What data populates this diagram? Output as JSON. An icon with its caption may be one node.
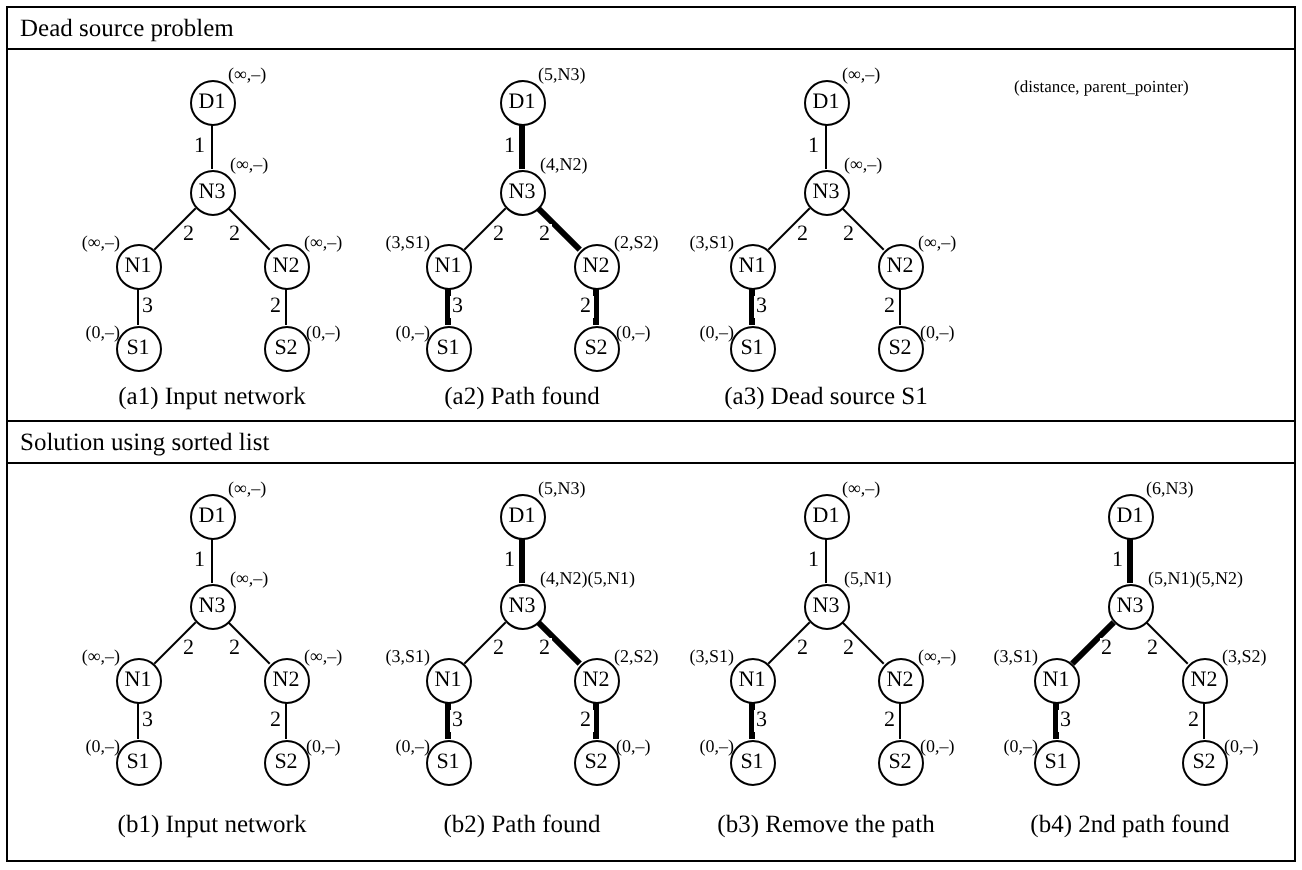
{
  "diagram": {
    "nodes": [
      {
        "text": [
          "Dead source problem"
        ]
      },
      {
        "text": [
          "D1"
        ],
        "in": 0,
        "beside": [
          "(∞,–)"
        ]
      },
      {
        "text": [
          "N3"
        ],
        "in": 0,
        "beside": [
          "(∞,–)"
        ]
      },
      {
        "text": [
          "N1"
        ],
        "in": 0,
        "beside": [
          "(∞,–)"
        ]
      },
      {
        "text": [
          "N2"
        ],
        "in": 0,
        "beside": [
          "(∞,–)"
        ]
      },
      {
        "text": [
          "S1"
        ],
        "in": 0,
        "beside": [
          "(0,–)"
        ]
      },
      {
        "text": [
          "S2"
        ],
        "in": 0,
        "beside": [
          "(0,–)"
        ]
      },
      {
        "text": [
          "D1"
        ],
        "in": 0,
        "beside": [
          "(5,N3)"
        ]
      },
      {
        "text": [
          "N3"
        ],
        "in": 0,
        "beside": [
          "(4,N2)"
        ]
      },
      {
        "text": [
          "N1"
        ],
        "in": 0,
        "beside": [
          "(3,S1)"
        ]
      },
      {
        "text": [
          "N2"
        ],
        "in": 0,
        "beside": [
          "(2,S2)"
        ]
      },
      {
        "text": [
          "S1"
        ],
        "in": 0,
        "beside": [
          "(0,–)"
        ]
      },
      {
        "text": [
          "S2"
        ],
        "in": 0,
        "beside": [
          "(0,–)"
        ]
      },
      {
        "text": [
          "D1"
        ],
        "in": 0,
        "beside": [
          "(∞,–)"
        ]
      },
      {
        "text": [
          "N3"
        ],
        "in": 0,
        "beside": [
          "(∞,–)"
        ]
      },
      {
        "text": [
          "N1"
        ],
        "in": 0,
        "beside": [
          "(3,S1)"
        ]
      },
      {
        "text": [
          "N2"
        ],
        "in": 0,
        "beside": [
          "(∞,–)"
        ]
      },
      {
        "text": [
          "S1"
        ],
        "in": 0,
        "beside": [
          "(0,–)"
        ]
      },
      {
        "text": [
          "S2"
        ],
        "in": 0,
        "beside": [
          "(0,–)"
        ]
      },
      {
        "text": [
          "Solution using sorted list"
        ]
      },
      {
        "text": [
          "D1"
        ],
        "in": 19,
        "beside": [
          "(∞,–)"
        ]
      },
      {
        "text": [
          "N3"
        ],
        "in": 19,
        "beside": [
          "(∞,–)"
        ]
      },
      {
        "text": [
          "N1"
        ],
        "in": 19,
        "beside": [
          "(∞,–)"
        ]
      },
      {
        "text": [
          "N2"
        ],
        "in": 19,
        "beside": [
          "(∞,–)"
        ]
      },
      {
        "text": [
          "S1"
        ],
        "in": 19,
        "beside": [
          "(0,–)"
        ]
      },
      {
        "text": [
          "S2"
        ],
        "in": 19,
        "beside": [
          "(0,–)"
        ]
      },
      {
        "text": [
          "D1"
        ],
        "in": 19,
        "beside": [
          "(5,N3)"
        ]
      },
      {
        "text": [
          "N3"
        ],
        "in": 19,
        "beside": [
          "(4,N2)(5,N1)"
        ]
      },
      {
        "text": [
          "N1"
        ],
        "in": 19,
        "beside": [
          "(3,S1)"
        ]
      },
      {
        "text": [
          "N2"
        ],
        "in": 19,
        "beside": [
          "(2,S2)"
        ]
      },
      {
        "text": [
          "S1"
        ],
        "in": 19,
        "beside": [
          "(0,–)"
        ]
      },
      {
        "text": [
          "S2"
        ],
        "in": 19,
        "beside": [
          "(0,–)"
        ]
      },
      {
        "text": [
          "D1"
        ],
        "in": 19,
        "beside": [
          "(∞,–)"
        ]
      },
      {
        "text": [
          "N3"
        ],
        "in": 19,
        "beside": [
          "(5,N1)"
        ]
      },
      {
        "text": [
          "N1"
        ],
        "in": 19,
        "beside": [
          "(3,S1)"
        ]
      },
      {
        "text": [
          "N2"
        ],
        "in": 19,
        "beside": [
          "(∞,–)"
        ]
      },
      {
        "text": [
          "S1"
        ],
        "in": 19,
        "beside": [
          "(0,–)"
        ]
      },
      {
        "text": [
          "S2"
        ],
        "in": 19,
        "beside": [
          "(0,–)"
        ]
      },
      {
        "text": [
          "D1"
        ],
        "in": 19,
        "beside": [
          "(6,N3)"
        ]
      },
      {
        "text": [
          "N3"
        ],
        "in": 19,
        "beside": [
          "(5,N1)(5,N2)"
        ]
      },
      {
        "text": [
          "N1"
        ],
        "in": 19,
        "beside": [
          "(3,S1)"
        ]
      },
      {
        "text": [
          "N2"
        ],
        "in": 19,
        "beside": [
          "(3,S2)"
        ]
      },
      {
        "text": [
          "S1"
        ],
        "in": 19,
        "beside": [
          "(0,–)"
        ]
      },
      {
        "text": [
          "S2"
        ],
        "in": 19,
        "beside": [
          "(0,–)"
        ]
      }
    ],
    "edges": [
      {
        "from": 1,
        "to": 2,
        "arrow": "none",
        "label": "1"
      },
      {
        "from": 2,
        "to": 3,
        "arrow": "none",
        "label": "2"
      },
      {
        "from": 2,
        "to": 4,
        "arrow": "none",
        "label": "2"
      },
      {
        "from": 3,
        "to": 5,
        "arrow": "none",
        "label": "3"
      },
      {
        "from": 4,
        "to": 6,
        "arrow": "none",
        "label": "2"
      },
      {
        "from": 7,
        "to": 8,
        "arrow": "none",
        "label": "1",
        "style": "thick"
      },
      {
        "from": 8,
        "to": 9,
        "arrow": "none",
        "label": "2"
      },
      {
        "from": 8,
        "to": 10,
        "arrow": "none",
        "label": "2",
        "style": "thick"
      },
      {
        "from": 9,
        "to": 11,
        "arrow": "none",
        "label": "3",
        "style": "thick"
      },
      {
        "from": 10,
        "to": 12,
        "arrow": "none",
        "label": "2",
        "style": "thick"
      },
      {
        "from": 13,
        "to": 14,
        "arrow": "none",
        "label": "1"
      },
      {
        "from": 14,
        "to": 15,
        "arrow": "none",
        "label": "2"
      },
      {
        "from": 14,
        "to": 16,
        "arrow": "none",
        "label": "2"
      },
      {
        "from": 15,
        "to": 17,
        "arrow": "none",
        "label": "3",
        "style": "thick"
      },
      {
        "from": 16,
        "to": 18,
        "arrow": "none",
        "label": "2"
      },
      {
        "from": 20,
        "to": 21,
        "arrow": "none",
        "label": "1"
      },
      {
        "from": 21,
        "to": 22,
        "arrow": "none",
        "label": "2"
      },
      {
        "from": 21,
        "to": 23,
        "arrow": "none",
        "label": "2"
      },
      {
        "from": 22,
        "to": 24,
        "arrow": "none",
        "label": "3"
      },
      {
        "from": 23,
        "to": 25,
        "arrow": "none",
        "label": "2"
      },
      {
        "from": 26,
        "to": 27,
        "arrow": "none",
        "label": "1",
        "style": "thick"
      },
      {
        "from": 27,
        "to": 28,
        "arrow": "none",
        "label": "2"
      },
      {
        "from": 27,
        "to": 29,
        "arrow": "none",
        "label": "2",
        "style": "thick"
      },
      {
        "from": 28,
        "to": 30,
        "arrow": "none",
        "label": "3",
        "style": "thick"
      },
      {
        "from": 29,
        "to": 31,
        "arrow": "none",
        "label": "2",
        "style": "thick"
      },
      {
        "from": 32,
        "to": 33,
        "arrow": "none",
        "label": "1"
      },
      {
        "from": 33,
        "to": 34,
        "arrow": "none",
        "label": "2"
      },
      {
        "from": 33,
        "to": 35,
        "arrow": "none",
        "label": "2"
      },
      {
        "from": 34,
        "to": 36,
        "arrow": "none",
        "label": "3",
        "style": "thick"
      },
      {
        "from": 35,
        "to": 37,
        "arrow": "none",
        "label": "2"
      },
      {
        "from": 38,
        "to": 39,
        "arrow": "none",
        "label": "1",
        "style": "thick"
      },
      {
        "from": 39,
        "to": 40,
        "arrow": "none",
        "label": "2",
        "style": "thick"
      },
      {
        "from": 39,
        "to": 41,
        "arrow": "none",
        "label": "2"
      },
      {
        "from": 40,
        "to": 42,
        "arrow": "none",
        "label": "3",
        "style": "thick"
      },
      {
        "from": 41,
        "to": 43,
        "arrow": "none",
        "label": "2"
      }
    ],
    "labels": [
      "(distance, parent_pointer)",
      "(a1) Input network",
      "(a2) Path found",
      "(a3) Dead source S1",
      "(b1) Input network",
      "(b2) Path found",
      "(b3) Remove the path",
      "(b4) 2nd path found"
    ]
  }
}
